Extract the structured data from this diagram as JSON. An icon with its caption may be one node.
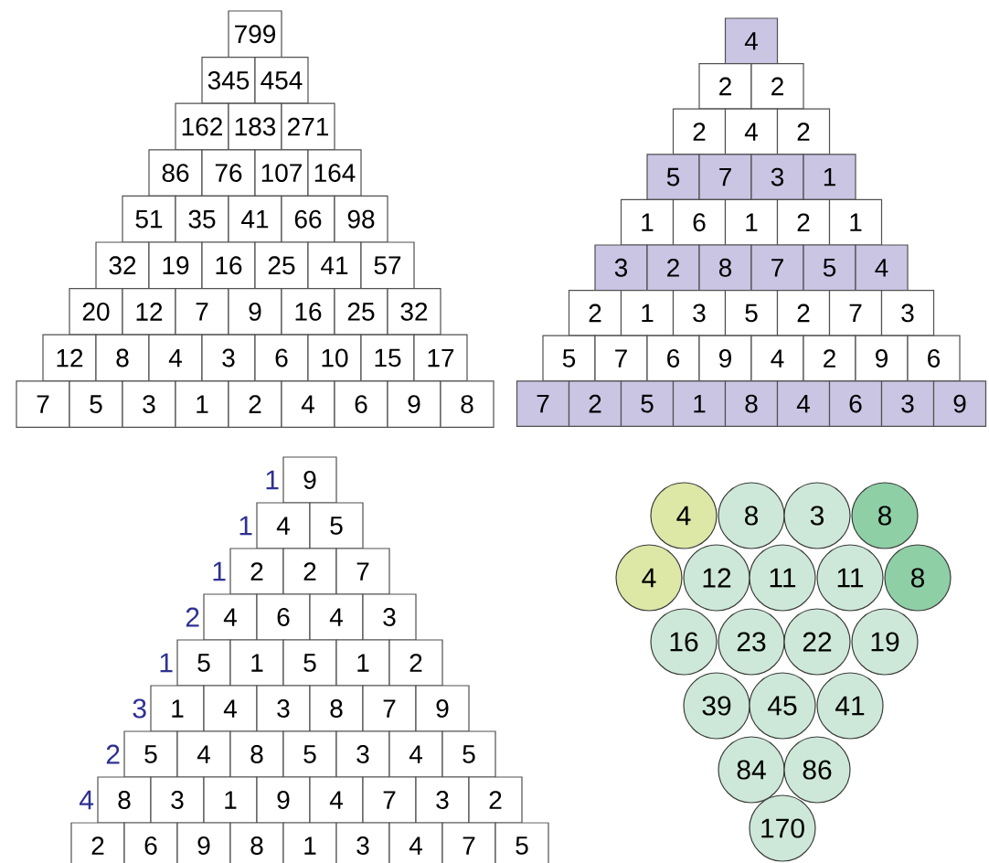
{
  "diagram": {
    "nodes": [
      {
        "text": [
          "799"
        ]
      },
      {
        "text": [
          "345"
        ]
      },
      {
        "text": [
          "454"
        ]
      },
      {
        "text": [
          "162"
        ]
      },
      {
        "text": [
          "183"
        ]
      },
      {
        "text": [
          "271"
        ]
      },
      {
        "text": [
          "86"
        ]
      },
      {
        "text": [
          "76"
        ]
      },
      {
        "text": [
          "107"
        ]
      },
      {
        "text": [
          "164"
        ]
      },
      {
        "text": [
          "51"
        ]
      },
      {
        "text": [
          "35"
        ]
      },
      {
        "text": [
          "41"
        ]
      },
      {
        "text": [
          "66"
        ]
      },
      {
        "text": [
          "98"
        ]
      },
      {
        "text": [
          "32"
        ]
      },
      {
        "text": [
          "19"
        ]
      },
      {
        "text": [
          "16"
        ]
      },
      {
        "text": [
          "25"
        ]
      },
      {
        "text": [
          "41"
        ]
      },
      {
        "text": [
          "57"
        ]
      },
      {
        "text": [
          "20"
        ]
      },
      {
        "text": [
          "12"
        ]
      },
      {
        "text": [
          "7"
        ]
      },
      {
        "text": [
          "9"
        ]
      },
      {
        "text": [
          "16"
        ]
      },
      {
        "text": [
          "25"
        ]
      },
      {
        "text": [
          "32"
        ]
      },
      {
        "text": [
          "12"
        ]
      },
      {
        "text": [
          "8"
        ]
      },
      {
        "text": [
          "4"
        ]
      },
      {
        "text": [
          "3"
        ]
      },
      {
        "text": [
          "6"
        ]
      },
      {
        "text": [
          "10"
        ]
      },
      {
        "text": [
          "15"
        ]
      },
      {
        "text": [
          "17"
        ]
      },
      {
        "text": [
          "7"
        ]
      },
      {
        "text": [
          "5"
        ]
      },
      {
        "text": [
          "3"
        ]
      },
      {
        "text": [
          "1"
        ]
      },
      {
        "text": [
          "2"
        ]
      },
      {
        "text": [
          "4"
        ]
      },
      {
        "text": [
          "6"
        ]
      },
      {
        "text": [
          "9"
        ]
      },
      {
        "text": [
          "8"
        ]
      },
      {
        "text": [
          "4"
        ]
      },
      {
        "text": [
          "2"
        ]
      },
      {
        "text": [
          "2"
        ]
      },
      {
        "text": [
          "2"
        ]
      },
      {
        "text": [
          "4"
        ]
      },
      {
        "text": [
          "2"
        ]
      },
      {
        "text": [
          "5"
        ]
      },
      {
        "text": [
          "7"
        ]
      },
      {
        "text": [
          "3"
        ]
      },
      {
        "text": [
          "1"
        ]
      },
      {
        "text": [
          "1"
        ]
      },
      {
        "text": [
          "6"
        ]
      },
      {
        "text": [
          "1"
        ]
      },
      {
        "text": [
          "2"
        ]
      },
      {
        "text": [
          "1"
        ]
      },
      {
        "text": [
          "3"
        ]
      },
      {
        "text": [
          "2"
        ]
      },
      {
        "text": [
          "8"
        ]
      },
      {
        "text": [
          "7"
        ]
      },
      {
        "text": [
          "5"
        ]
      },
      {
        "text": [
          "4"
        ]
      },
      {
        "text": [
          "2"
        ]
      },
      {
        "text": [
          "1"
        ]
      },
      {
        "text": [
          "3"
        ]
      },
      {
        "text": [
          "5"
        ]
      },
      {
        "text": [
          "2"
        ]
      },
      {
        "text": [
          "7"
        ]
      },
      {
        "text": [
          "3"
        ]
      },
      {
        "text": [
          "5"
        ]
      },
      {
        "text": [
          "7"
        ]
      },
      {
        "text": [
          "6"
        ]
      },
      {
        "text": [
          "9"
        ]
      },
      {
        "text": [
          "4"
        ]
      },
      {
        "text": [
          "2"
        ]
      },
      {
        "text": [
          "9"
        ]
      },
      {
        "text": [
          "6"
        ]
      },
      {
        "text": [
          "7"
        ]
      },
      {
        "text": [
          "2"
        ]
      },
      {
        "text": [
          "5"
        ]
      },
      {
        "text": [
          "1"
        ]
      },
      {
        "text": [
          "8"
        ]
      },
      {
        "text": [
          "4"
        ]
      },
      {
        "text": [
          "6"
        ]
      },
      {
        "text": [
          "3"
        ]
      },
      {
        "text": [
          "9"
        ]
      },
      {
        "text": [
          "9"
        ],
        "beside": [
          "1"
        ]
      },
      {
        "text": [
          "4"
        ],
        "beside": [
          "1"
        ]
      },
      {
        "text": [
          "5"
        ]
      },
      {
        "text": [
          "2"
        ],
        "beside": [
          "1"
        ]
      },
      {
        "text": [
          "2"
        ]
      },
      {
        "text": [
          "7"
        ]
      },
      {
        "text": [
          "4"
        ],
        "beside": [
          "2"
        ]
      },
      {
        "text": [
          "6"
        ]
      },
      {
        "text": [
          "4"
        ]
      },
      {
        "text": [
          "3"
        ]
      },
      {
        "text": [
          "5"
        ],
        "beside": [
          "1"
        ]
      },
      {
        "text": [
          "1"
        ]
      },
      {
        "text": [
          "5"
        ]
      },
      {
        "text": [
          "1"
        ]
      },
      {
        "text": [
          "2"
        ]
      },
      {
        "text": [
          "1"
        ],
        "beside": [
          "3"
        ]
      },
      {
        "text": [
          "4"
        ]
      },
      {
        "text": [
          "3"
        ]
      },
      {
        "text": [
          "8"
        ]
      },
      {
        "text": [
          "7"
        ]
      },
      {
        "text": [
          "9"
        ]
      },
      {
        "text": [
          "5"
        ],
        "beside": [
          "2"
        ]
      },
      {
        "text": [
          "4"
        ]
      },
      {
        "text": [
          "8"
        ]
      },
      {
        "text": [
          "5"
        ]
      },
      {
        "text": [
          "3"
        ]
      },
      {
        "text": [
          "4"
        ]
      },
      {
        "text": [
          "5"
        ]
      },
      {
        "text": [
          "8"
        ],
        "beside": [
          "4"
        ]
      },
      {
        "text": [
          "3"
        ]
      },
      {
        "text": [
          "1"
        ]
      },
      {
        "text": [
          "9"
        ]
      },
      {
        "text": [
          "4"
        ]
      },
      {
        "text": [
          "7"
        ]
      },
      {
        "text": [
          "3"
        ]
      },
      {
        "text": [
          "2"
        ]
      },
      {
        "text": [
          "2"
        ]
      },
      {
        "text": [
          "6"
        ]
      },
      {
        "text": [
          "9"
        ]
      },
      {
        "text": [
          "8"
        ]
      },
      {
        "text": [
          "1"
        ]
      },
      {
        "text": [
          "3"
        ]
      },
      {
        "text": [
          "4"
        ]
      },
      {
        "text": [
          "7"
        ]
      },
      {
        "text": [
          "5"
        ]
      },
      {
        "text": [
          "4"
        ]
      },
      {
        "text": [
          "8"
        ]
      },
      {
        "text": [
          "3"
        ]
      },
      {
        "text": [
          "8"
        ]
      },
      {
        "text": [
          "4"
        ]
      },
      {
        "text": [
          "12"
        ]
      },
      {
        "text": [
          "11"
        ]
      },
      {
        "text": [
          "11"
        ]
      },
      {
        "text": [
          "8"
        ]
      },
      {
        "text": [
          "16"
        ]
      },
      {
        "text": [
          "23"
        ]
      },
      {
        "text": [
          "22"
        ]
      },
      {
        "text": [
          "19"
        ]
      },
      {
        "text": [
          "39"
        ]
      },
      {
        "text": [
          "45"
        ]
      },
      {
        "text": [
          "41"
        ]
      },
      {
        "text": [
          "84"
        ]
      },
      {
        "text": [
          "86"
        ]
      },
      {
        "text": [
          "170"
        ]
      }
    ]
  }
}
